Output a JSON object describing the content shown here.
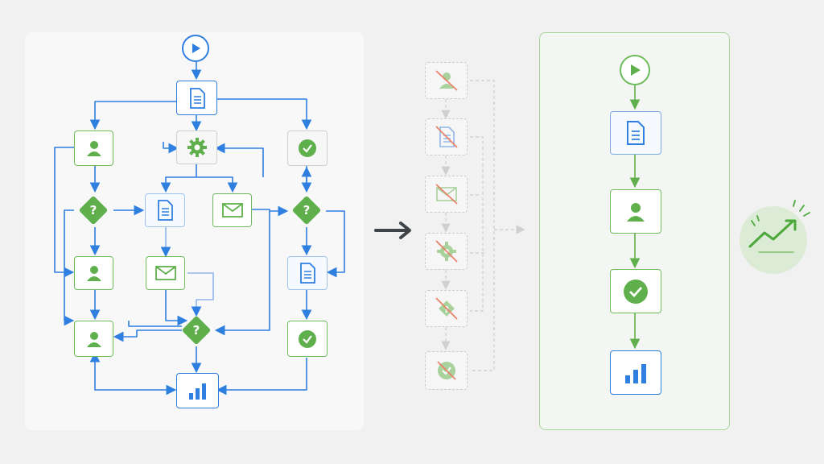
{
  "diagram": {
    "complex_panel": {
      "nodes": [
        "start",
        "document",
        "user",
        "settings",
        "check",
        "decision",
        "document",
        "email",
        "decision",
        "user",
        "email",
        "document",
        "user",
        "decision",
        "check",
        "chart"
      ],
      "decision_symbol": "?"
    },
    "eliminated_steps": [
      "user",
      "document",
      "email",
      "settings",
      "decision",
      "check"
    ],
    "simplified_panel": {
      "steps": [
        "start",
        "document",
        "user",
        "check",
        "chart"
      ]
    },
    "colors": {
      "green": "#5fb04c",
      "blue": "#2f7fe0",
      "strike": "#e8836a",
      "ghost": "#cccccc"
    },
    "icons": {
      "transition_arrow": "arrow-right-icon",
      "success_badge": "trend-up-icon"
    }
  }
}
